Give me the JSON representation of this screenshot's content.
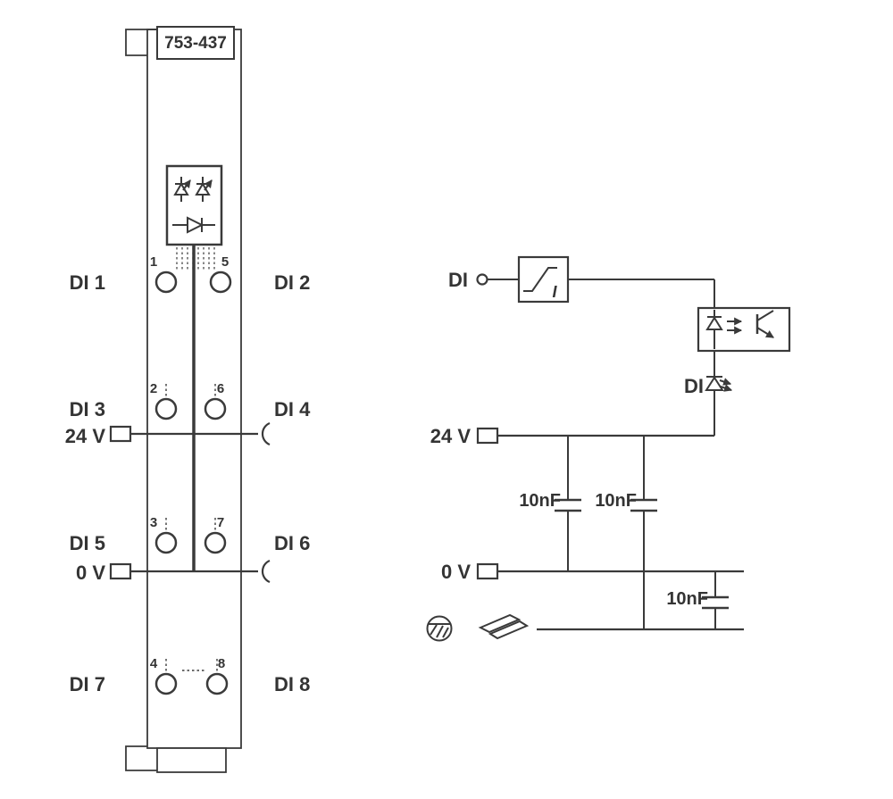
{
  "colors": {
    "ink": "#3a3a3a",
    "background": "#ffffff"
  },
  "module": {
    "part_number": "753-437",
    "left_labels": [
      "DI 1",
      "DI 3",
      "DI 5",
      "DI 7"
    ],
    "right_labels": [
      "DI 2",
      "DI 4",
      "DI 6",
      "DI 8"
    ],
    "supply": {
      "v24": "24 V",
      "v0": "0 V"
    },
    "terminal_numbers": {
      "row1": [
        "1",
        "5"
      ],
      "row2": [
        "2",
        "6"
      ],
      "row3": [
        "3",
        "7"
      ],
      "row4": [
        "4",
        "8"
      ]
    }
  },
  "schematic": {
    "input_label": "DI",
    "filter_label": "I",
    "led_label": "DI",
    "v24": "24 V",
    "v0": "0 V",
    "capacitors": [
      "10nF",
      "10nF",
      "10nF"
    ]
  }
}
